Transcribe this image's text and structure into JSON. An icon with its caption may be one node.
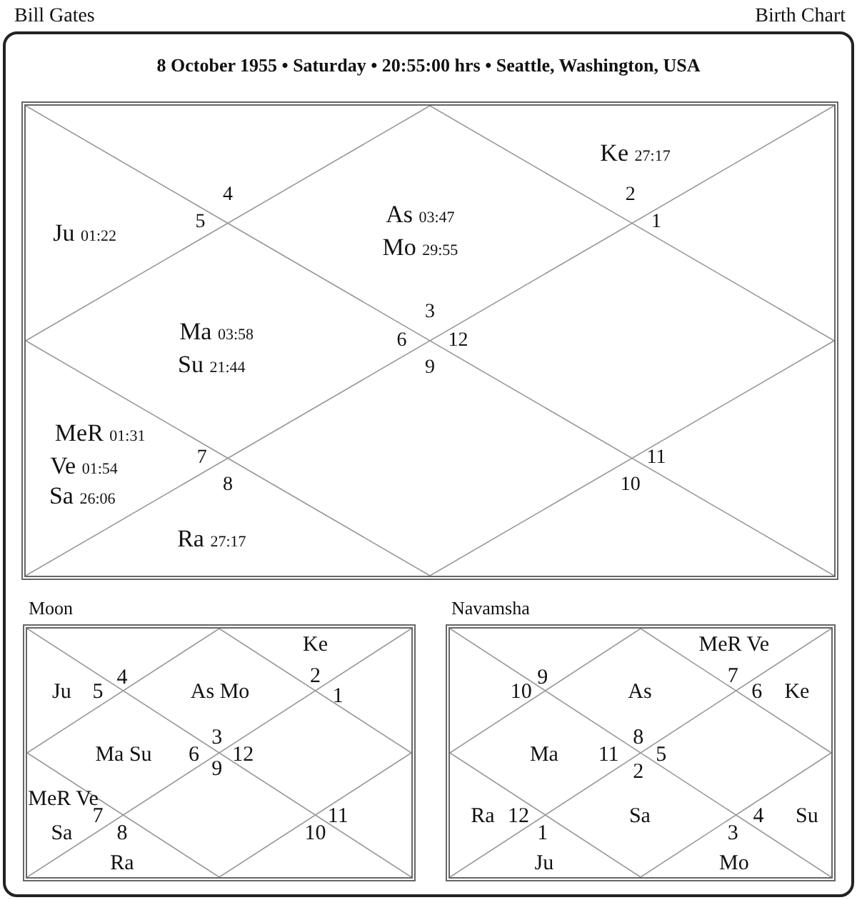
{
  "diagram": {
    "nodes": [
      {
        "text": [
          "8 October 1955 • Saturday • 20:55:00 hrs • Seattle, Washington, USA"
        ]
      },
      {
        "text": [
          "Ke 27:17",
          "4",
          "2",
          "As 03:47",
          "Ju 01:22",
          "5",
          "1",
          "Mo 29:55",
          "3",
          "Ma 03:58",
          "6",
          "12",
          "Su 21:44",
          "9",
          "MeR 01:31",
          "7",
          "11",
          "Ve 01:54",
          "8",
          "10",
          "Sa 26:06",
          "Ra 27:17"
        ],
        "in": 0
      },
      {
        "text": [
          "Moon",
          "Ke",
          "4",
          "2",
          "Ju",
          "5",
          "As Mo",
          "1",
          "3",
          "Ma Su",
          "6",
          "12",
          "9",
          "MeR Ve",
          "7",
          "11",
          "Sa",
          "8",
          "10",
          "Ra"
        ],
        "in": 0
      },
      {
        "text": [
          "Navamsha",
          "MeR Ve",
          "9",
          "7",
          "10",
          "As",
          "6",
          "Ke",
          "8",
          "Ma",
          "11",
          "5",
          "2",
          "Ra",
          "12",
          "Sa",
          "4",
          "Su",
          "1",
          "3",
          "Ju",
          "Mo"
        ],
        "in": 0
      }
    ],
    "labels": [
      "Bill Gates",
      "Birth Chart"
    ]
  }
}
